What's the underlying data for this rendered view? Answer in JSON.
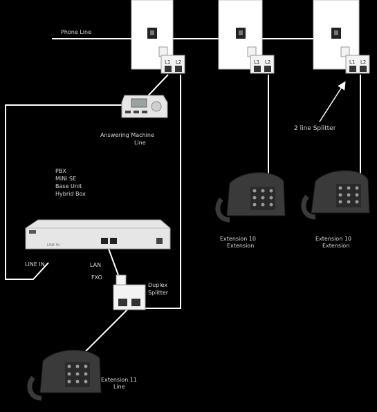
{
  "labels": {
    "phone_line": "Phone Line",
    "line_l1": "L1",
    "line_l2": "L2",
    "answering_machine_line1": "Answering Machine",
    "answering_machine_line2": "Line",
    "pbx_line1": "PBX",
    "pbx_line2": "MiNi SE",
    "pbx_line3": "Base Unit",
    "pbx_line4": "Hybrid Box",
    "pbx_port_label": "LINE IN",
    "lan_label": "LAN",
    "fxo_label": "FXO",
    "splitter_label": "2 line Splitter",
    "duplex_line1": "Duplex",
    "duplex_line2": "Splitter",
    "phone_ext_1_line1": "Extension 10",
    "phone_ext_1_line2": "Extension",
    "phone_ext_2_line1": "Extension 10",
    "phone_ext_2_line2": "Extension",
    "phone_bottom_line1": "Extension 11",
    "phone_bottom_line2": "Line"
  },
  "colors": {
    "background": "#000000",
    "wire": "#ffffff",
    "wallplate": "#ffffff",
    "device": "#e6e6e6",
    "phone": "#3a3a3a"
  }
}
